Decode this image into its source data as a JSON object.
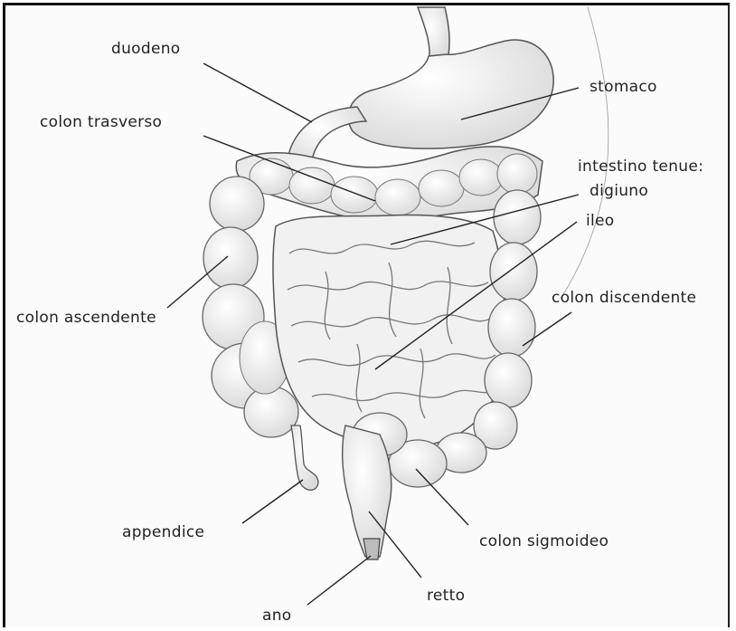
{
  "labels": {
    "duodeno": "duodeno",
    "stomaco": "stomaco",
    "colon_trasverso": "colon trasverso",
    "intestino_tenue": "intestino tenue:",
    "digiuno": "digiuno",
    "ileo": "ileo",
    "colon_ascendente": "colon ascendente",
    "colon_discendente": "colon discendente",
    "appendice": "appendice",
    "colon_sigmoideo": "colon sigmoideo",
    "retto": "retto",
    "ano": "ano"
  },
  "colors": {
    "organ_fill": "#ececec",
    "organ_stroke": "#555555",
    "line": "#222222"
  }
}
